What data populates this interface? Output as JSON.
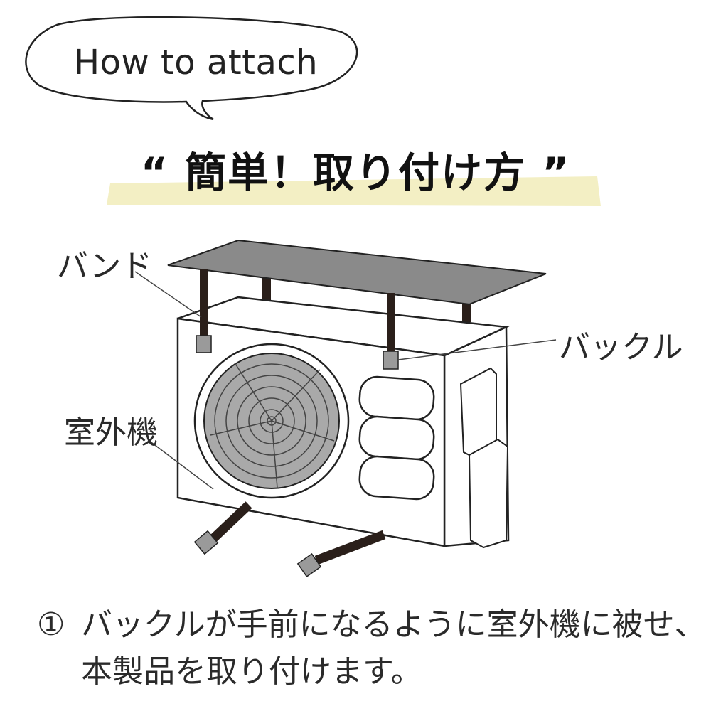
{
  "bubble": {
    "text": "How to attach"
  },
  "title": {
    "text": "“ 簡単！取り付け方 ”"
  },
  "labels": {
    "band": "バンド",
    "buckle": "バックル",
    "outdoor_unit": "室外機"
  },
  "instruction": {
    "number": "①",
    "line1": "バックルが手前になるように室外機に被せ、",
    "line2": "本製品を取り付けます。"
  },
  "colors": {
    "highlight": "#f3efc4",
    "cover": "#8a8a8a",
    "fan": "#a9a9a9",
    "strap": "#2a1f1a",
    "buckle": "#9a9a9a"
  }
}
